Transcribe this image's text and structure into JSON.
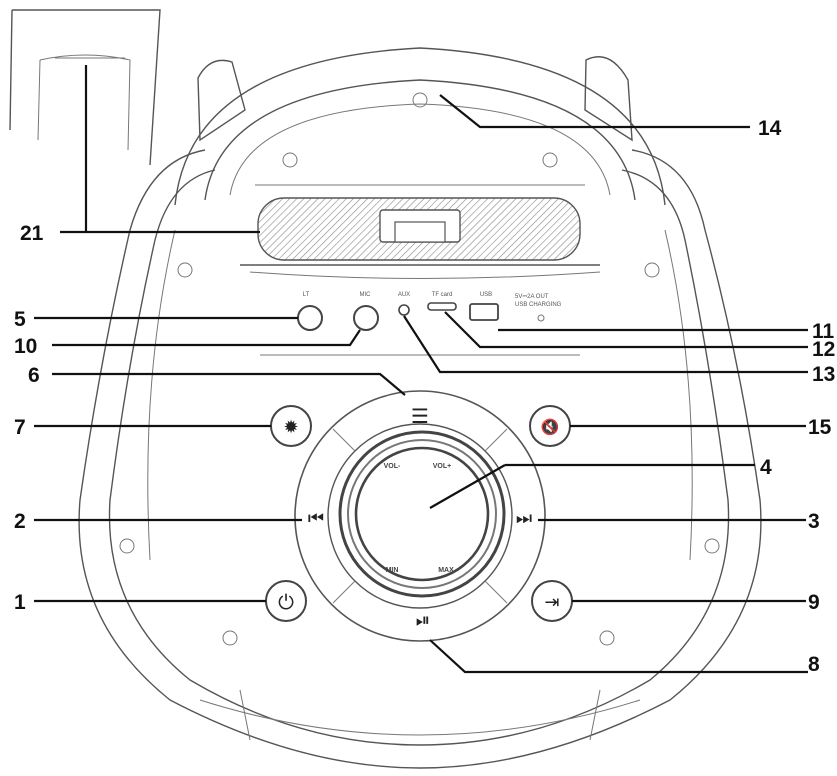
{
  "callouts": {
    "c1": "1",
    "c2": "2",
    "c3": "3",
    "c4": "4",
    "c5": "5",
    "c6": "6",
    "c7": "7",
    "c8": "8",
    "c9": "9",
    "c10": "10",
    "c11": "11",
    "c12": "12",
    "c13": "13",
    "c14": "14",
    "c15": "15",
    "c21": "21"
  },
  "port_labels": {
    "lt": "LT",
    "mic": "MIC",
    "aux": "AUX",
    "tf": "TF card",
    "usb": "USB",
    "note1": "5V⎓2A OUT",
    "note2": "USB CHARGING"
  },
  "ring_labels": {
    "vol_minus": "VOL-",
    "vol_plus": "VOL+",
    "min": "MIN",
    "max": "MAX"
  },
  "icons": {
    "power": "⏻",
    "menu": "☰",
    "light": "✹",
    "mute": "🔇",
    "prev": "⏮",
    "next": "⏭",
    "play_pause": "⏯",
    "input": "⇥"
  }
}
